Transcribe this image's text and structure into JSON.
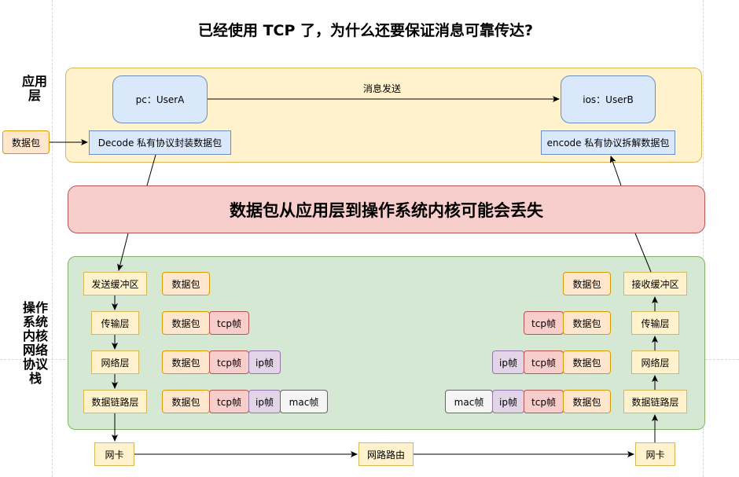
{
  "title": "已经使用 TCP 了，为什么还要保证消息可靠传达?",
  "side_labels": {
    "app_layer": "应用层",
    "kernel_stack": "操作系统内核网络协议栈"
  },
  "app": {
    "user_a": "pc：UserA",
    "user_b": "ios：UserB",
    "send_label": "消息发送",
    "input_packet": "数据包",
    "decode_box": "Decode 私有协议封装数据包",
    "encode_box": "encode 私有协议拆解数据包"
  },
  "banner": "数据包从应用层到操作系统内核可能会丢失",
  "sender": {
    "layers": [
      "发送缓冲区",
      "传输层",
      "网络层",
      "数据链路层"
    ],
    "rows": [
      [
        "数据包"
      ],
      [
        "数据包",
        "tcp帧"
      ],
      [
        "数据包",
        "tcp帧",
        "ip帧"
      ],
      [
        "数据包",
        "tcp帧",
        "ip帧",
        "mac帧"
      ]
    ]
  },
  "receiver": {
    "layers": [
      "接收缓冲区",
      "传输层",
      "网络层",
      "数据链路层"
    ],
    "rows": [
      [
        "数据包"
      ],
      [
        "tcp帧",
        "数据包"
      ],
      [
        "ip帧",
        "tcp帧",
        "数据包"
      ],
      [
        "mac帧",
        "ip帧",
        "tcp帧",
        "数据包"
      ]
    ]
  },
  "network": {
    "nic_left": "网卡",
    "router": "网路路由",
    "nic_right": "网卡"
  }
}
